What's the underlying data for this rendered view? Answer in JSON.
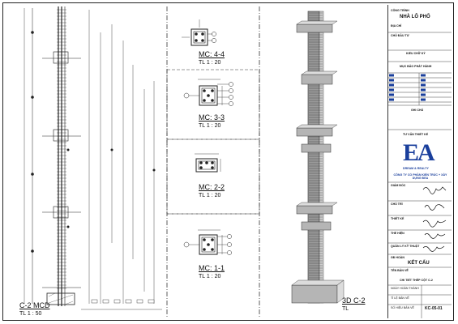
{
  "left_panel": {
    "title": "C-2   MCD",
    "scale": "TL  1 : 50"
  },
  "sections": [
    {
      "title": "MC: 4-4",
      "scale": "TL  1 : 20"
    },
    {
      "title": "MC: 3-3",
      "scale": "TL  1 : 20"
    },
    {
      "title": "MC: 2-2",
      "scale": "TL  1 : 20"
    },
    {
      "title": "MC: 1-1",
      "scale": "TL  1 : 20"
    }
  ],
  "view3d": {
    "title": "3D C-2",
    "scale": "TL"
  },
  "title_block": {
    "project_label": "CÔNG TRÌNH",
    "project_name": "NHÀ LÔ PHỐ",
    "address_label": "ĐỊA CHỈ",
    "owner_label": "CHỦ ĐẦU TƯ",
    "sign_label": "KIỂU CHỮ KÝ",
    "qr_label": "MỤC BẢO PHÁT HÀNH",
    "note_label": "GHI CHÚ",
    "company_label": "TƯ VẤN THIẾT KẾ",
    "logo_text": "EA",
    "logo_sub": "DREAM & REALTY",
    "company_name": "CÔNG TY CỔ PHẦN KIẾN TRÚC + XÂY DỰNG ĐEA",
    "director_label": "GIÁM ĐỐC",
    "chief_label": "CHỦ TRÌ",
    "design_label": "THIẾT KẾ",
    "draw_label": "THỂ HIỆN",
    "check_label": "QUẢN LÝ KỸ THUẬT",
    "phase_label": "GĐ HOÀN",
    "category": "KẾT CẤU",
    "drawing_label": "TÊN BẢN VẼ",
    "drawing_name": "CHI TIẾT THÉP CỘT C-2",
    "date_label": "NGÀY HOÀN THÀNH",
    "scale_label": "TỈ LỆ BẢN VẼ",
    "sheet_label": "SỐ HIỆU BẢN VẼ",
    "sheet_no": "KC-05-01"
  },
  "colors": {
    "line": "#222222",
    "rebar": "#555555",
    "logo": "#1a3f9c"
  }
}
